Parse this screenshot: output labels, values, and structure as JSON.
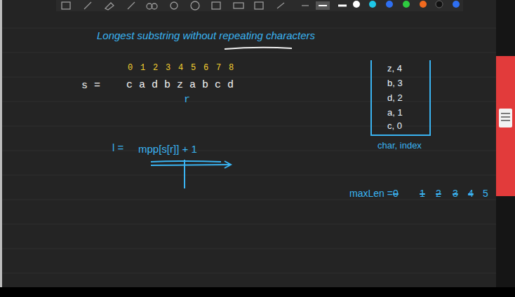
{
  "diagram": {
    "title": "Longest substring without repeating characters",
    "nodes": [
      {
        "text": [
          "z, 4",
          "b, 3",
          "d, 2",
          "a, 1",
          "c, 0",
          "char, index"
        ]
      }
    ],
    "labels": [
      "0 1 2 3 4 5 6 7 8",
      "s =",
      "c a d b z a b c d",
      "r",
      "l =",
      "mpp[s[r]] + 1",
      "maxLen =",
      "0",
      "1",
      "2",
      "3",
      "4",
      "5"
    ]
  }
}
